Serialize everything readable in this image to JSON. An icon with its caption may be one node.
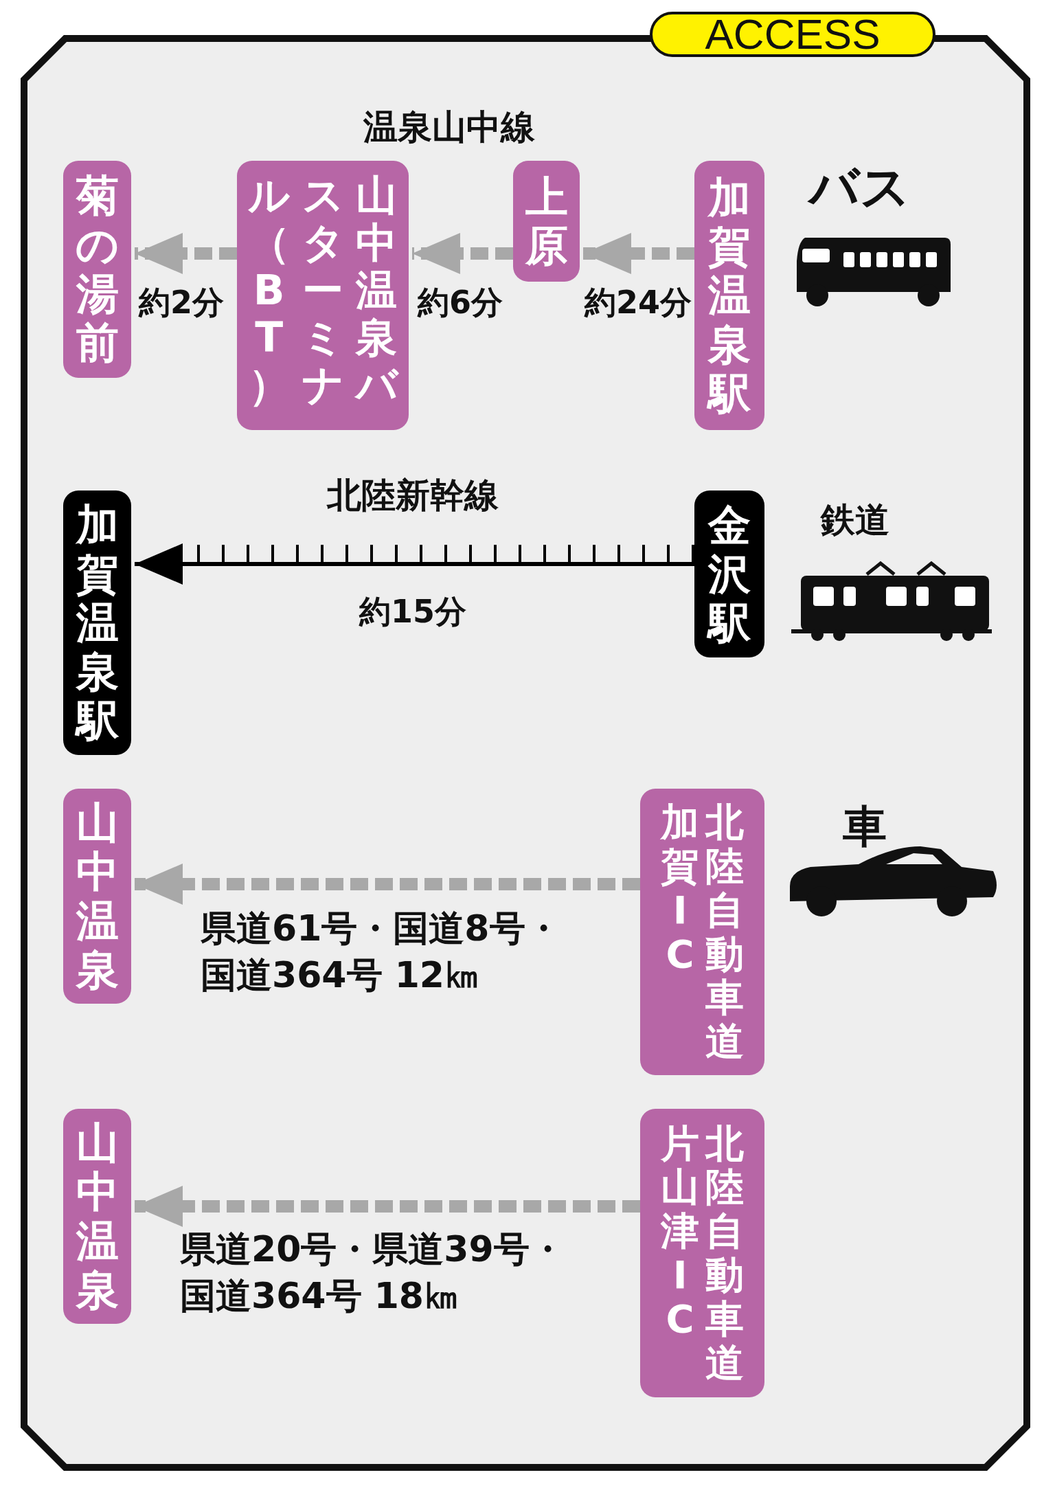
{
  "diagram": {
    "title": "ACCESS",
    "nodes": [
      {
        "text": [
          "加賀温泉駅"
        ]
      },
      {
        "text": [
          "上原"
        ]
      },
      {
        "text": [
          "山中温泉バスターミナル（BT）"
        ]
      },
      {
        "text": [
          "菊の湯前"
        ]
      },
      {
        "text": [
          "金沢駅"
        ]
      },
      {
        "text": [
          "加賀温泉駅"
        ]
      },
      {
        "text": [
          "加賀IC",
          "北陸自動車道"
        ]
      },
      {
        "text": [
          "山中温泉"
        ]
      },
      {
        "text": [
          "片山津IC",
          "北陸自動車道"
        ]
      },
      {
        "text": [
          "山中温泉"
        ]
      }
    ],
    "edges": [
      {
        "from": 0,
        "to": 1,
        "arrow": "to",
        "label": "約24分",
        "style": "dashed"
      },
      {
        "from": 1,
        "to": 2,
        "arrow": "to",
        "label": "約6分",
        "style": "dashed"
      },
      {
        "from": 2,
        "to": 3,
        "arrow": "to",
        "label": "約2分",
        "style": "dashed"
      },
      {
        "from": 4,
        "to": 5,
        "arrow": "to",
        "label": "約15分",
        "color": "#000000"
      },
      {
        "from": 6,
        "to": 7,
        "arrow": "to",
        "label": "県道61号・国道8号・国道364号 12㎞",
        "style": "dashed"
      },
      {
        "from": 8,
        "to": 9,
        "arrow": "to",
        "label": "県道20号・県道39号・国道364号 18㎞",
        "style": "dashed"
      }
    ],
    "labels": [
      "温泉山中線",
      "バス",
      "北陸新幹線",
      "鉄道",
      "車"
    ]
  }
}
